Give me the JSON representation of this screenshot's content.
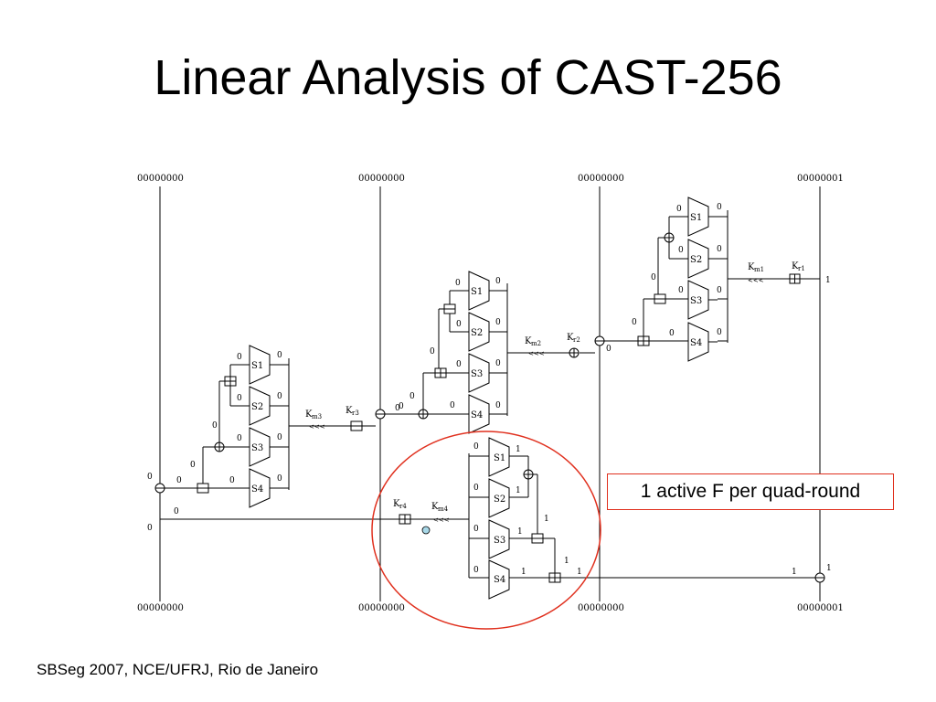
{
  "slide": {
    "title": "Linear Analysis of CAST-256",
    "callout": "1 active F per quad-round",
    "footer": "SBSeg 2007, NCE/UFRJ, Rio de Janeiro",
    "highlight_color": "#e0301e"
  },
  "diagram": {
    "input_words": [
      "00000000",
      "00000000",
      "00000000",
      "00000001"
    ],
    "output_words": [
      "00000000",
      "00000000",
      "00000000",
      "00000001"
    ],
    "rotation_symbol": "<<<",
    "sboxes": [
      "S1",
      "S2",
      "S3",
      "S4"
    ],
    "bit_zero": "0",
    "bit_one": "1",
    "keys": [
      {
        "name": "K",
        "sub": "r1"
      },
      {
        "name": "K",
        "sub": "m1"
      },
      {
        "name": "K",
        "sub": "r2"
      },
      {
        "name": "K",
        "sub": "m2"
      },
      {
        "name": "K",
        "sub": "r3"
      },
      {
        "name": "K",
        "sub": "m3"
      },
      {
        "name": "K",
        "sub": "r4"
      },
      {
        "name": "K",
        "sub": "m4"
      }
    ]
  }
}
